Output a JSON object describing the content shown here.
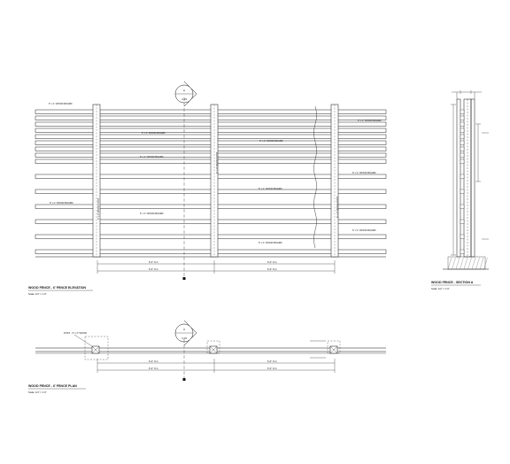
{
  "board_label": "6\" x 1\" WOOD BOARD",
  "post_label": "4\" x 4\" WOOD POST",
  "dim_text": "6'-0\" O.C.",
  "callout": {
    "letter": "A",
    "sheet": "1.03"
  },
  "elevation": {
    "title": "WOOD FENCE - 6' FENCE ELEVATION",
    "scale": "Scale: 1/4\" = 1'-0\""
  },
  "section": {
    "title": "WOOD FENCE - SECTION A",
    "scale": "Scale: 1/2\" = 1'-0\""
  },
  "plan": {
    "title": "WOOD FENCE - 6' FENCE PLAN",
    "scale": "Scale: 1/4\" = 1'-0\"",
    "post_note": "POST - 4\" x 4\" WOOD"
  }
}
